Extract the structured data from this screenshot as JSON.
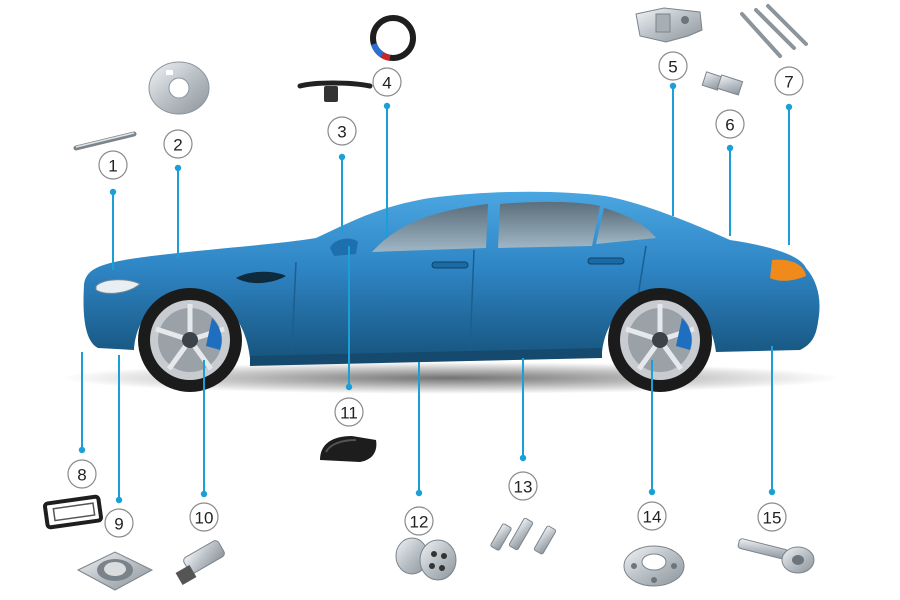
{
  "callouts": [
    "1",
    "2",
    "3",
    "4",
    "5",
    "6",
    "7",
    "8",
    "9",
    "10",
    "11",
    "12",
    "13",
    "14",
    "15"
  ],
  "colors": {
    "car_body": "#2f86c6",
    "car_dark": "#17557f",
    "leader_line": "#1a9fd6",
    "badge_stroke": "#8a8a8a",
    "metal": "#c9ced3"
  },
  "parts": [
    {
      "id": "1",
      "icon": "rod-pin-icon"
    },
    {
      "id": "2",
      "icon": "round-plate-icon"
    },
    {
      "id": "3",
      "icon": "steering-bracket-icon"
    },
    {
      "id": "4",
      "icon": "steering-ring-icon"
    },
    {
      "id": "5",
      "icon": "hinge-latch-icon"
    },
    {
      "id": "6",
      "icon": "hex-fitting-icon"
    },
    {
      "id": "7",
      "icon": "threaded-pins-icon"
    },
    {
      "id": "8",
      "icon": "license-plate-frame-icon"
    },
    {
      "id": "9",
      "icon": "bearing-flange-icon"
    },
    {
      "id": "10",
      "icon": "milled-shaft-icon"
    },
    {
      "id": "11",
      "icon": "mirror-cap-icon"
    },
    {
      "id": "12",
      "icon": "drilled-hub-icon"
    },
    {
      "id": "13",
      "icon": "bolt-set-icon"
    },
    {
      "id": "14",
      "icon": "brake-disc-icon"
    },
    {
      "id": "15",
      "icon": "drive-shaft-icon"
    }
  ]
}
